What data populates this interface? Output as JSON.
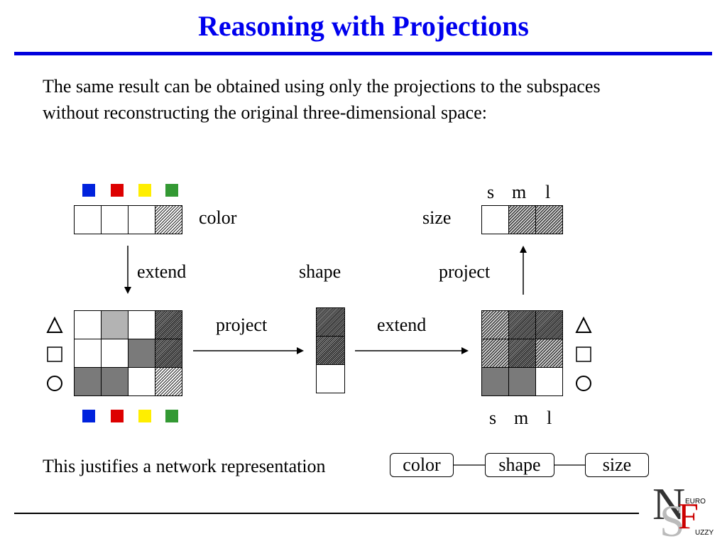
{
  "slide": {
    "title": "Reasoning with Projections",
    "intro": "The same result can be obtained using only the projections to the subspaces without reconstructing the original three-dimensional space:",
    "conclusion": "This justifies a network representation"
  },
  "labels": {
    "color": "color",
    "size": "size",
    "shape": "shape",
    "extend": "extend",
    "project": "project",
    "size_ticks": [
      "s",
      "m",
      "l"
    ]
  },
  "network": {
    "nodes": [
      "color",
      "shape",
      "size"
    ]
  },
  "logo": {
    "letter_n": "N",
    "letter_s": "S",
    "letter_f": "F",
    "text_euro": "EURO",
    "text_uzzy": "UZZY"
  },
  "colors": {
    "title": "#0000ee",
    "rule": "#0000dd",
    "color_swatches": [
      "#0022dd",
      "#dd0000",
      "#ffee00",
      "#339933"
    ],
    "logo_n": "#333333",
    "logo_s": "#bbbbbb",
    "logo_f": "#cc0000"
  },
  "icons": {
    "shape_symbols": [
      "triangle-icon",
      "square-icon",
      "circle-icon"
    ]
  },
  "cells": {
    "color_projection": [
      "white",
      "white",
      "white",
      "hatch-light"
    ],
    "joint_color_shape": [
      [
        "white",
        "light",
        "white",
        "hatch-dark"
      ],
      [
        "white",
        "white",
        "dark",
        "hatch-dark"
      ],
      [
        "dark",
        "dark",
        "white",
        "hatch-light"
      ]
    ],
    "shape_projection": [
      "hatch-dark",
      "hatch-dark",
      "white"
    ],
    "joint_shape_size": [
      [
        "hatch-med",
        "hatch-dark",
        "hatch-dark"
      ],
      [
        "hatch-med",
        "hatch-dark",
        "hatch-med"
      ],
      [
        "dark",
        "dark",
        "white"
      ]
    ],
    "size_projection": [
      "white",
      "hatch-med",
      "hatch-med"
    ]
  }
}
